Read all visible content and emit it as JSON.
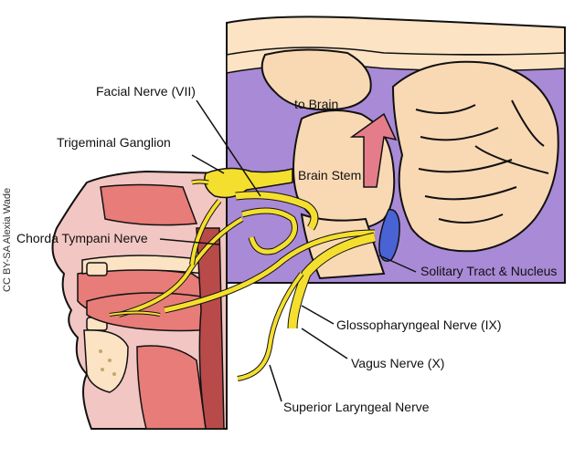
{
  "credit": "CC BY-SA Alexia Wade",
  "labels": {
    "facial_nerve": "Facial Nerve (VII)",
    "trigeminal_ganglion": "Trigeminal Ganglion",
    "chorda_tympani": "Chorda Tympani Nerve",
    "to_brain": "to Brain",
    "brain_stem": "Brain Stem",
    "solitary_tract": "Solitary Tract & Nucleus",
    "glossopharyngeal": "Glossopharyngeal Nerve (IX)",
    "vagus": "Vagus Nerve (X)",
    "superior_laryngeal": "Superior Laryngeal Nerve"
  },
  "colors": {
    "skin": "#f2c6c2",
    "mouth_tissue": "#e77c78",
    "dark_tissue": "#b94a4a",
    "bone": "#fbe3c4",
    "brain": "#f9d9b4",
    "cortex_purple": "#a98ad6",
    "nerve": "#f5df2e",
    "solitary_nucleus": "#4a63d4",
    "arrow": "#e57c8a"
  }
}
